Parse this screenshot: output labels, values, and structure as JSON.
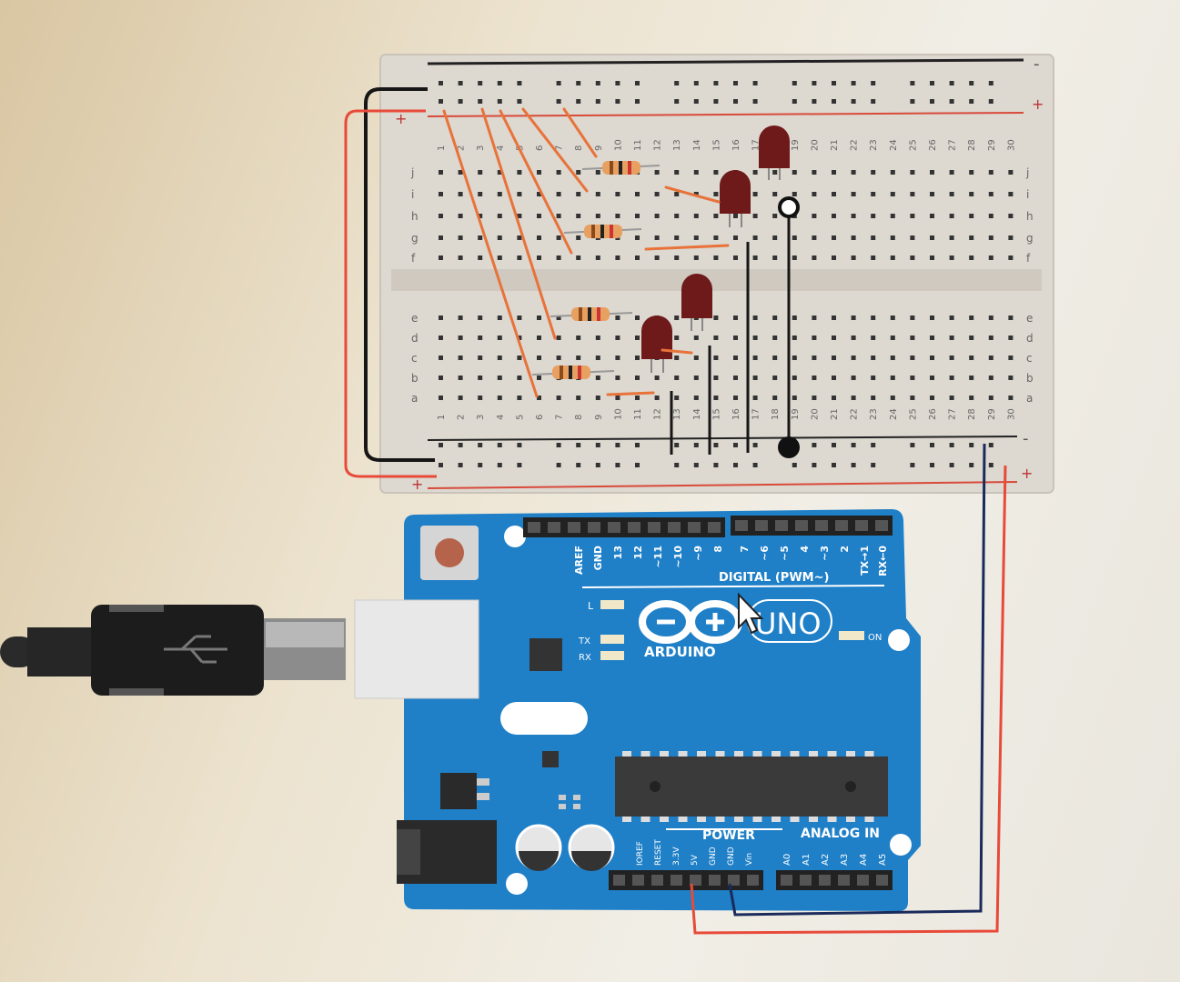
{
  "breadboard": {
    "rail_minus": "-",
    "rail_plus": "+",
    "rows_top": [
      "j",
      "i",
      "h",
      "g",
      "f"
    ],
    "rows_bottom": [
      "e",
      "d",
      "c",
      "b",
      "a"
    ],
    "column_numbers": [
      "1",
      "2",
      "3",
      "4",
      "5",
      "6",
      "7",
      "8",
      "9",
      "10",
      "11",
      "12",
      "13",
      "14",
      "15",
      "16",
      "17",
      "18",
      "19",
      "20",
      "21",
      "22",
      "23",
      "24",
      "25",
      "26",
      "27",
      "28",
      "29",
      "30"
    ]
  },
  "arduino": {
    "brand": "ARDUINO",
    "model": "UNO",
    "digital_section_label": "DIGITAL (PWM~)",
    "digital_pins": [
      "AREF",
      "GND",
      "13",
      "12",
      "~11",
      "~10",
      "~9",
      "8",
      "7",
      "~6",
      "~5",
      "4",
      "~3",
      "2",
      "TX→1",
      "RX←0"
    ],
    "led_labels": {
      "l": "L",
      "tx": "TX",
      "rx": "RX",
      "on": "ON"
    },
    "power_section_label": "POWER",
    "power_pins": [
      "IOREF",
      "RESET",
      "3.3V",
      "5V",
      "GND",
      "GND",
      "Vin"
    ],
    "analog_section_label": "ANALOG IN",
    "analog_pins": [
      "A0",
      "A1",
      "A2",
      "A3",
      "A4",
      "A5"
    ]
  },
  "colors": {
    "board_blue": "#1f7fc7",
    "breadboard": "#ddd8d0",
    "wire_red": "#e84a3a",
    "wire_black": "#1a1a1a",
    "wire_orange": "#e8733a",
    "led_red": "#7a1f1f"
  }
}
